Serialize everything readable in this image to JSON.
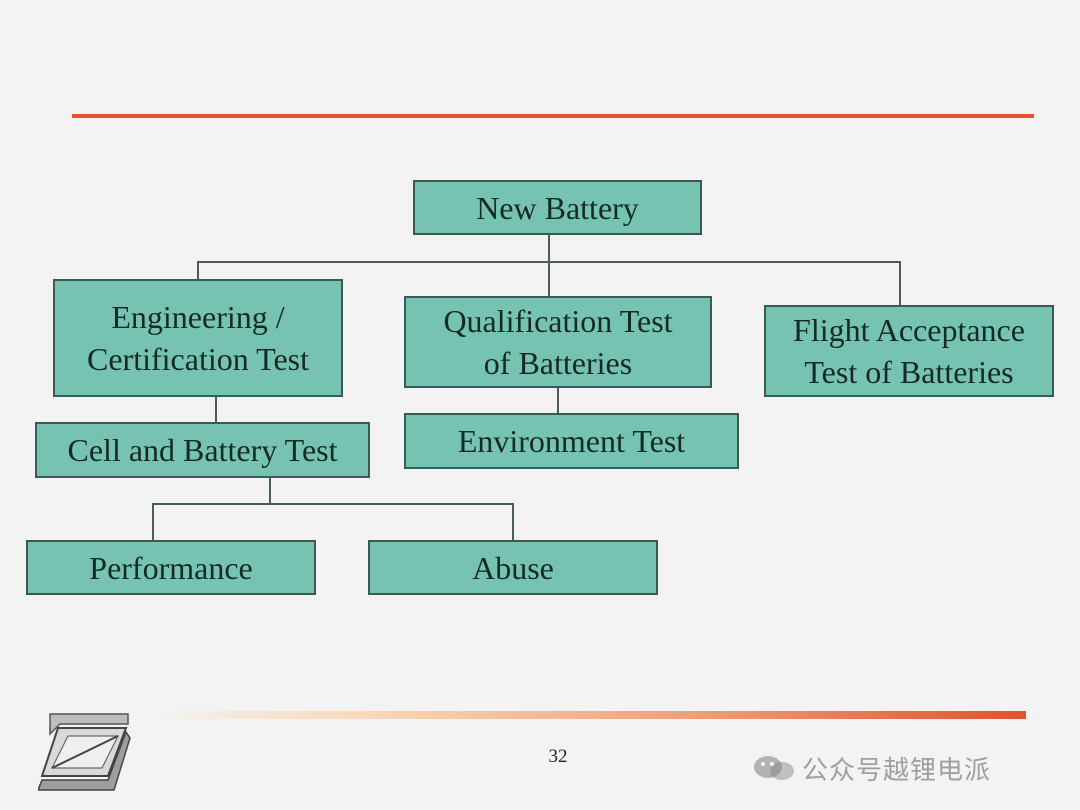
{
  "diagram": {
    "root": "New Battery",
    "branches": {
      "engineering": "Engineering /\nCertification Test",
      "qualification": "Qualification Test\nof Batteries",
      "flight": "Flight Acceptance\nTest of Batteries"
    },
    "cell_battery_test": "Cell and Battery Test",
    "environment_test": "Environment Test",
    "performance": "Performance",
    "abuse": "Abuse"
  },
  "footer": {
    "page_number": "32",
    "watermark": "公众号越锂电派"
  },
  "colors": {
    "accent_line": "#e4512f",
    "box_fill": "#77c3b2",
    "box_border": "#3a5b55"
  }
}
